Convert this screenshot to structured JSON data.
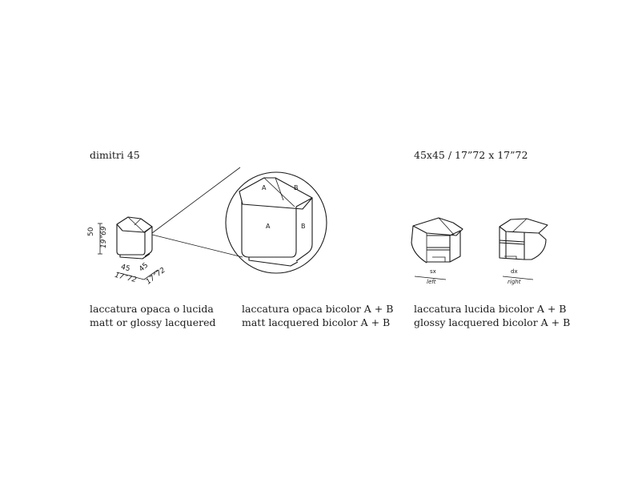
{
  "header": {
    "model_name": "dimitri 45",
    "dimensions": "45x45 / 17”72 x 17”72"
  },
  "dimension_labels": {
    "height_cm": "50",
    "height_in": "19”69",
    "width_cm": "45",
    "depth_cm": "45",
    "width_in": "17”72",
    "depth_in": "17”72"
  },
  "zoom_labels": {
    "top_a": "A",
    "top_b": "B",
    "front_a": "A",
    "side_b": "B"
  },
  "variants": {
    "left_code": "sx",
    "left_label": "left",
    "right_code": "dx",
    "right_label": "right"
  },
  "captions": [
    {
      "line1": "laccatura opaca o lucida",
      "line2": "matt or glossy lacquered"
    },
    {
      "line1": "laccatura opaca bicolor A + B",
      "line2": "matt lacquered bicolor A + B"
    },
    {
      "line1": "laccatura lucida bicolor A + B",
      "line2": "glossy lacquered bicolor A + B"
    }
  ]
}
